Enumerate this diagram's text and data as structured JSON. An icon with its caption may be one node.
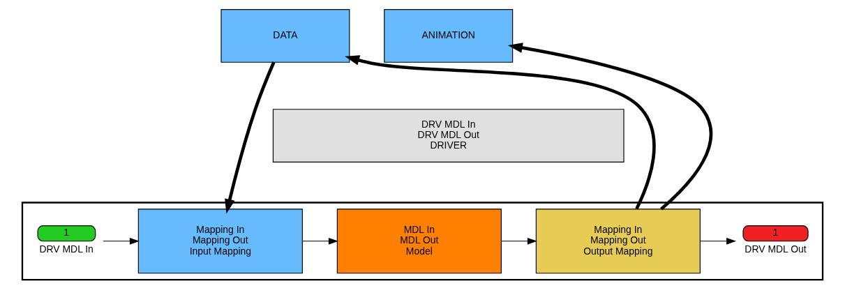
{
  "diagram": {
    "nodes": [
      {
        "text": [
          "DATA"
        ]
      },
      {
        "text": [
          "ANIMATION"
        ]
      },
      {
        "text": [
          "DRV MDL In",
          "DRV MDL Out",
          "DRIVER"
        ]
      },
      {
        "text": [],
        "shape": "box"
      },
      {
        "text": [
          "1"
        ],
        "beside": [
          "DRV MDL In"
        ],
        "in": 3
      },
      {
        "text": [
          "Mapping In",
          "Mapping Out",
          "Input Mapping"
        ],
        "in": 3
      },
      {
        "text": [
          "MDL In",
          "MDL Out",
          "Model"
        ],
        "in": 3
      },
      {
        "text": [
          "Mapping In",
          "Mapping Out",
          "Output Mapping"
        ],
        "in": 3
      },
      {
        "text": [
          "1"
        ],
        "beside": [
          "DRV MDL Out"
        ],
        "in": 3
      }
    ],
    "edges": [
      {
        "from": 0,
        "to": 5,
        "arrow": "to",
        "style": "thick"
      },
      {
        "from": 7,
        "to": 0,
        "arrow": "to",
        "style": "thick"
      },
      {
        "from": 7,
        "to": 1,
        "arrow": "to",
        "style": "thick"
      },
      {
        "from": 4,
        "to": 5,
        "arrow": "to"
      },
      {
        "from": 5,
        "to": 6,
        "arrow": "to"
      },
      {
        "from": 6,
        "to": 7,
        "arrow": "to"
      },
      {
        "from": 7,
        "to": 8,
        "arrow": "to"
      }
    ]
  }
}
